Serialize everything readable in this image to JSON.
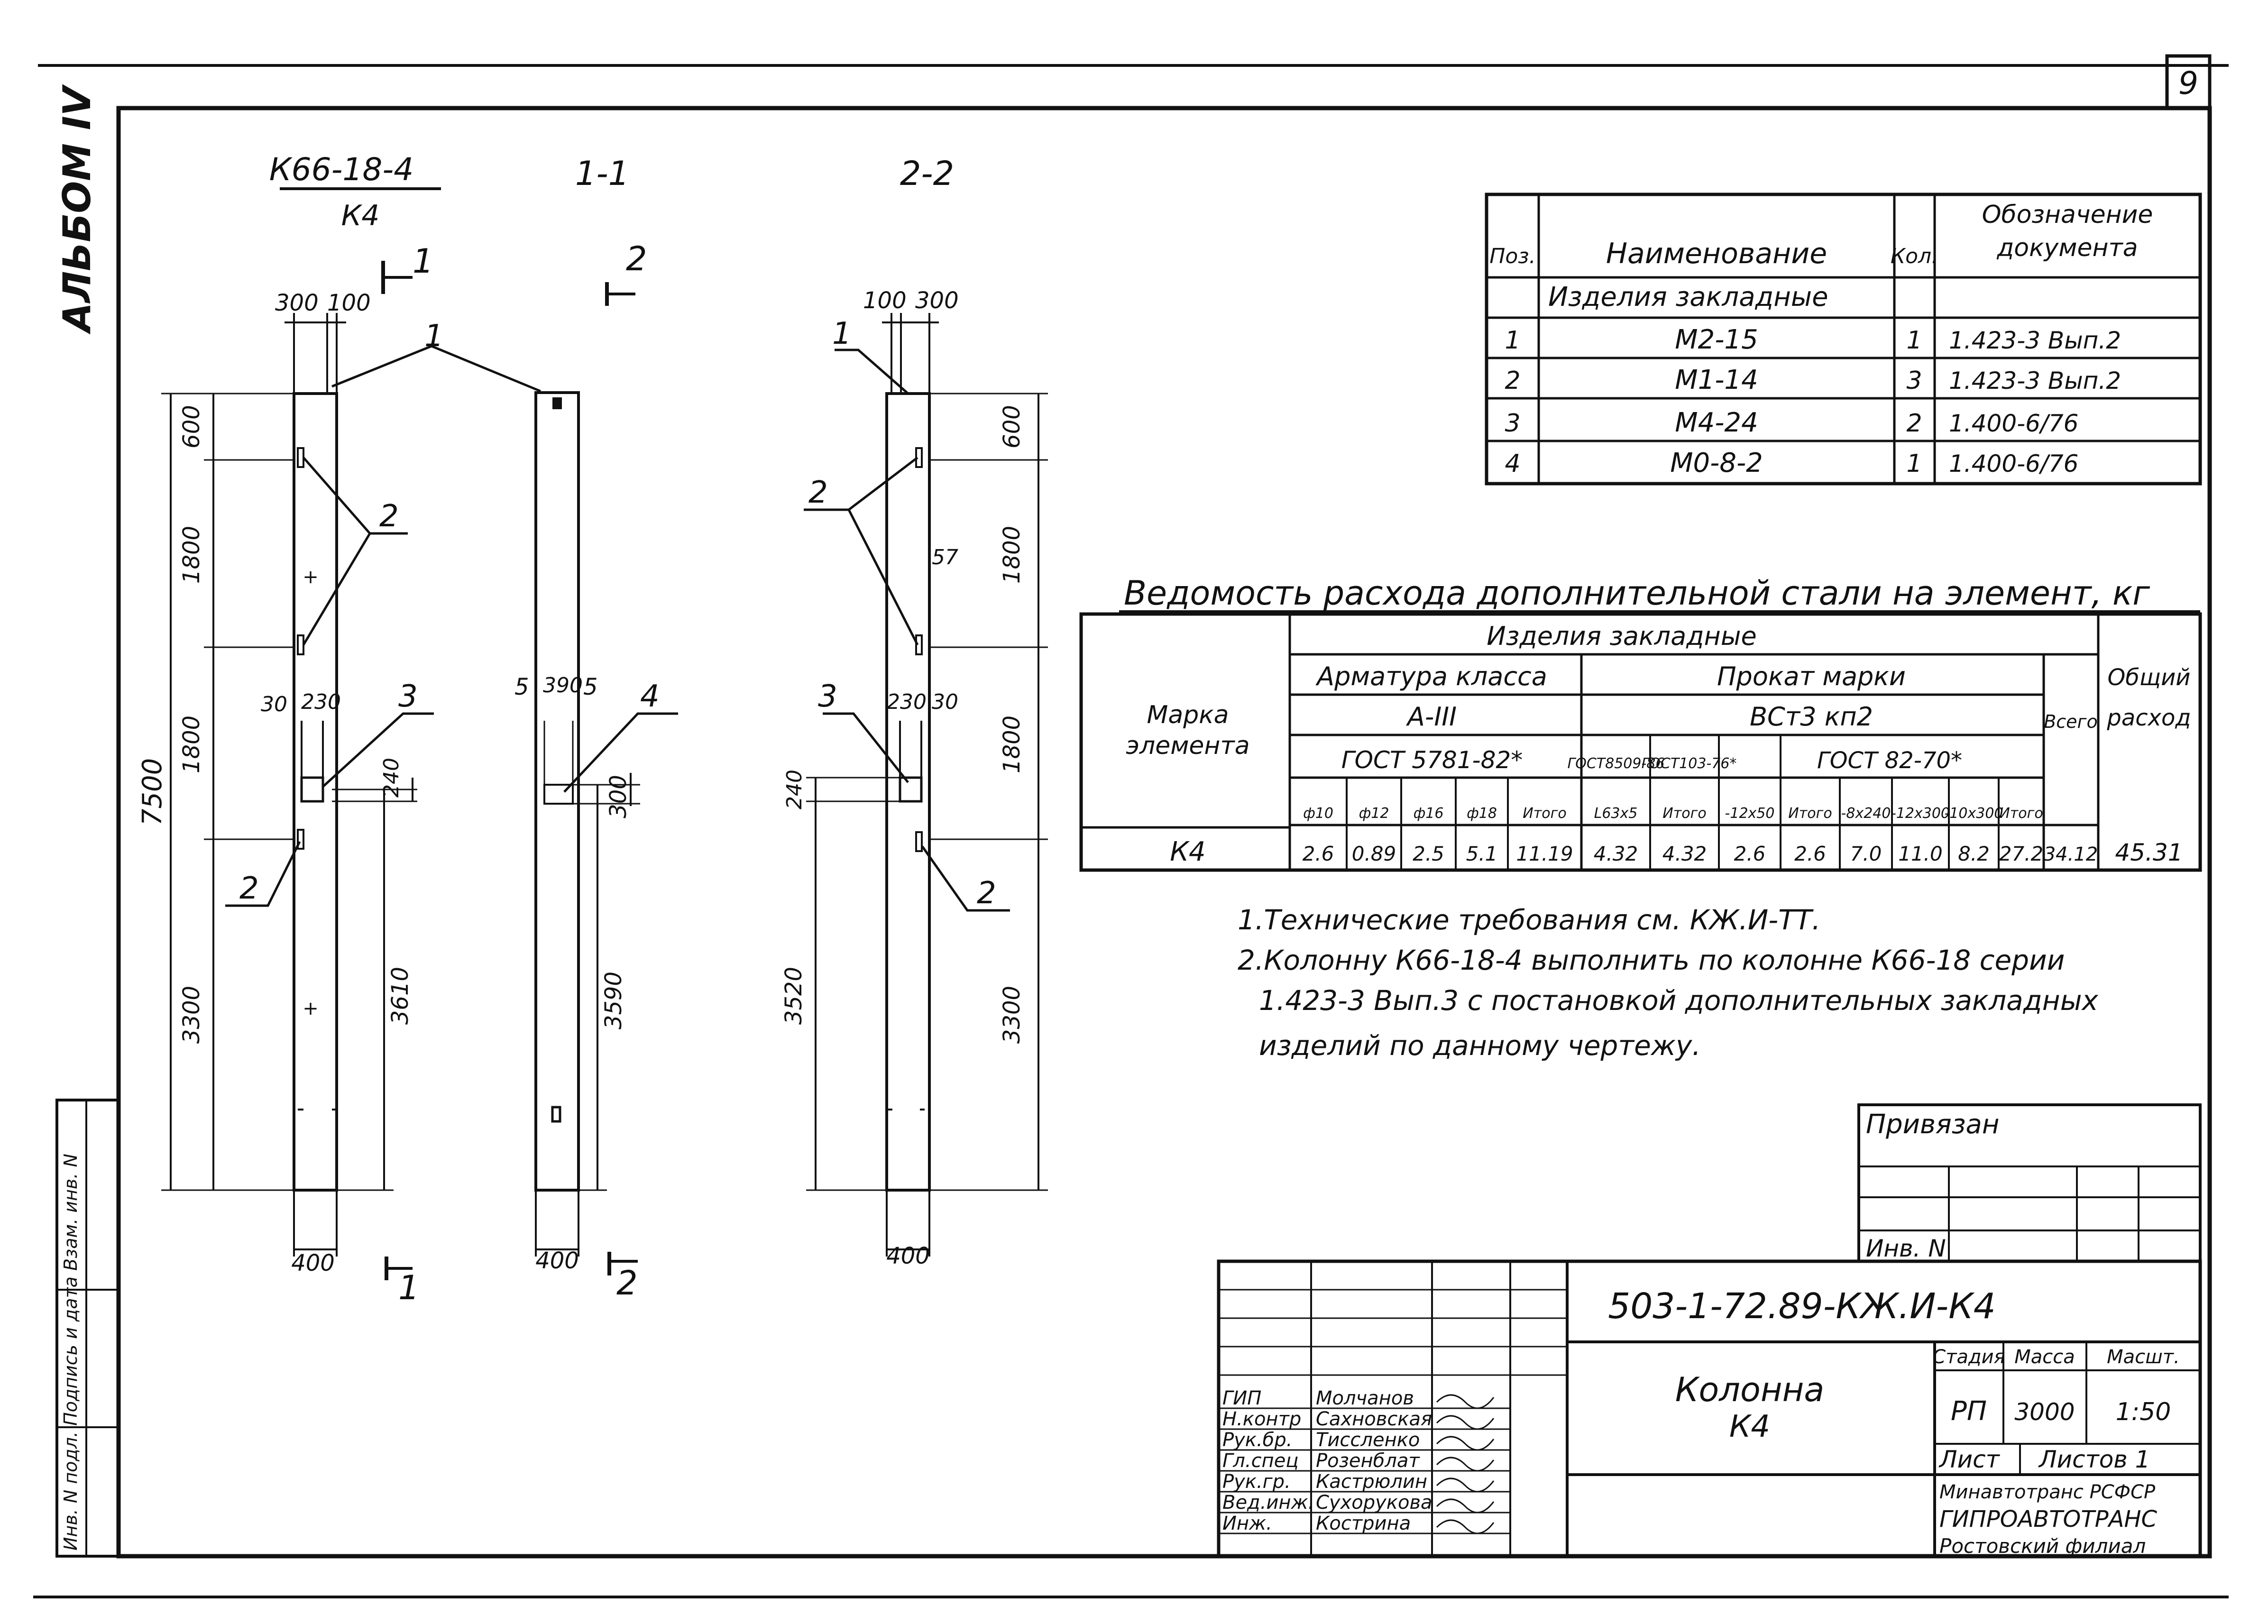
{
  "sheet_number": "9",
  "album": "АЛЬБОМ IV",
  "views": {
    "main": {
      "title": "К66-18-4",
      "subtitle": "К4",
      "sec1_marker": "1",
      "sec2_marker": "2"
    },
    "section_1": {
      "title": "1-1"
    },
    "section_2": {
      "title": "2-2"
    }
  },
  "dims_main": {
    "top_a": "300",
    "top_b": "100",
    "d600": "600",
    "d1800a": "1800",
    "d1800b": "1800",
    "total": "7500",
    "d3300": "3300",
    "d3610": "3610",
    "d30": "30",
    "d230": "230",
    "d240": "240",
    "bottom": "400"
  },
  "dims_sec1": {
    "left": "5",
    "mid": "390",
    "right": "5",
    "d300": "300",
    "d3590": "3590",
    "bottom": "400"
  },
  "dims_sec2": {
    "top_a": "100",
    "top_b": "300",
    "d600": "600",
    "d1800a": "1800",
    "d1800b": "1800",
    "d3300": "3300",
    "d3520": "3520",
    "d240": "240",
    "d230": "230",
    "d30": "30",
    "d57": "57",
    "bottom": "400"
  },
  "leaders": {
    "p1": "1",
    "p2": "2",
    "p3": "3",
    "p4": "4"
  },
  "spec_table": {
    "headers": {
      "pos": "Поз.",
      "name": "Наименование",
      "qty": "Кол.",
      "doc_1": "Обозначение",
      "doc_2": "документа"
    },
    "group": "Изделия закладные",
    "rows": [
      {
        "pos": "1",
        "name": "М2-15",
        "qty": "1",
        "doc": "1.423-3 Вып.2"
      },
      {
        "pos": "2",
        "name": "М1-14",
        "qty": "3",
        "doc": "1.423-3 Вып.2"
      },
      {
        "pos": "3",
        "name": "М4-24",
        "qty": "2",
        "doc": "1.400-6/76"
      },
      {
        "pos": "4",
        "name": "М0-8-2",
        "qty": "1",
        "doc": "1.400-6/76"
      }
    ]
  },
  "steel_table": {
    "title": "Ведомость расхода дополнительной стали на элемент, кг",
    "mark_header_1": "Марка",
    "mark_header_2": "элемента",
    "items_header": "Изделия закладные",
    "rebar_header": "Арматура класса",
    "rebar_class": "А-III",
    "rebar_gost": "ГОСТ 5781-82*",
    "profile_header": "Прокат марки",
    "profile_mark": "ВСт3 кп2",
    "gost_a": "ГОСТ8509-86",
    "gost_b": "ГОСТ103-76*",
    "gost_c": "ГОСТ 82-70*",
    "total_header": "Всего",
    "general_header_1": "Общий",
    "general_header_2": "расход",
    "columns": [
      "ф10",
      "ф12",
      "ф16",
      "ф18",
      "Итого",
      "L63х5",
      "Итого",
      "-12х50",
      "Итого",
      "-8х240",
      "-12х300",
      "-10х300",
      "Итого"
    ],
    "row": {
      "mark": "К4",
      "values": [
        "2.6",
        "0.89",
        "2.5",
        "5.1",
        "11.19",
        "4.32",
        "4.32",
        "2.6",
        "2.6",
        "7.0",
        "11.0",
        "8.2",
        "27.2"
      ],
      "total": "34.12",
      "general": "45.31"
    }
  },
  "notes": [
    "1.Технические требования см. КЖ.И-ТТ.",
    "2.Колонну К66-18-4 выполнить по колонне К66-18 серии",
    "1.423-3 Вып.3 с постановкой дополнительных закладных",
    "изделий по данному чертежу."
  ],
  "binding": {
    "title": "Привязан",
    "inv": "Инв. N"
  },
  "stamp": {
    "code": "503-1-72.89-КЖ.И-К4",
    "name_1": "Колонна",
    "name_2": "К4",
    "stage_header": "Стадия",
    "mass_header": "Масса",
    "scale_header": "Масшт.",
    "stage": "РП",
    "mass": "3000",
    "scale": "1:50",
    "sheet": "Лист",
    "sheets": "Листов 1",
    "org_1": "Минавтотранс РСФСР",
    "org_2": "ГИПРОАВТОТРАНС",
    "org_3": "Ростовский филиал",
    "staff": [
      {
        "role": "ГИП",
        "name": "Молчанов"
      },
      {
        "role": "Н.контр",
        "name": "Сахновская"
      },
      {
        "role": "Рук.бр.",
        "name": "Тиссленко"
      },
      {
        "role": "Гл.спец",
        "name": "Розенблат"
      },
      {
        "role": "Рук.гр.",
        "name": "Кастрюлин"
      },
      {
        "role": "Вед.инж.",
        "name": "Сухорукова"
      },
      {
        "role": "Инж.",
        "name": "Кострина"
      }
    ]
  },
  "side_stamp": "Инв. N подл. Подпись и дата Взам. инв. N"
}
